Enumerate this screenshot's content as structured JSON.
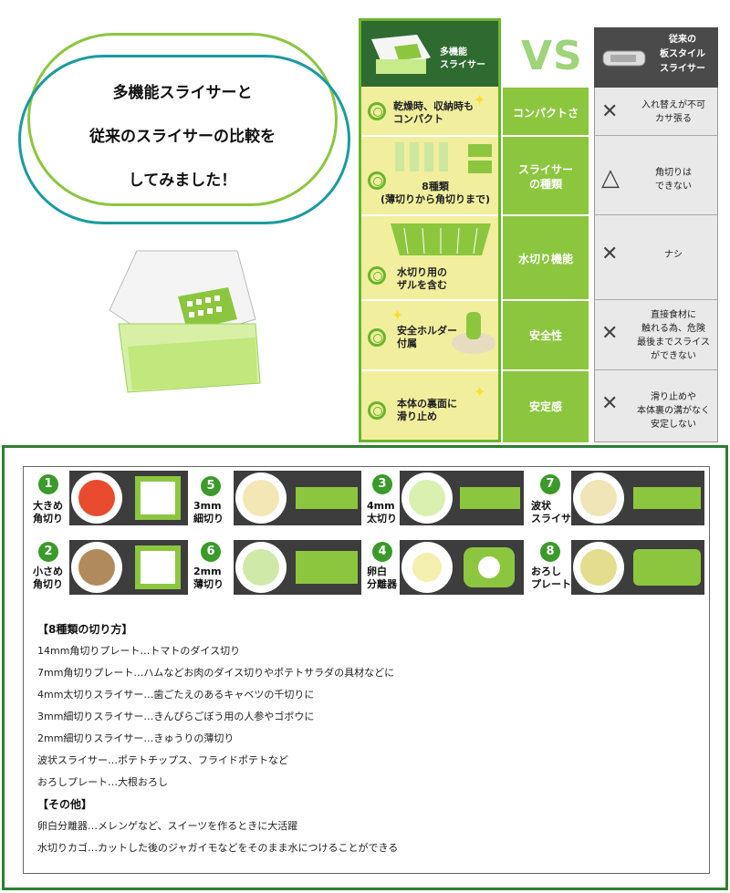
{
  "intro": {
    "line1": "多機能スライサーと",
    "line2": "従来のスライサーの比較を",
    "line3": "してみました！"
  },
  "compare": {
    "left_header": "多機能\nスライサー",
    "vs": "VS",
    "right_header": "従来の\n板スタイル\nスライサー",
    "rows": [
      {
        "left": "乾燥時、収納時も\nコンパクト",
        "mid": "コンパクトさ",
        "mark": "✕",
        "right": "入れ替えが不可\nカサ張る"
      },
      {
        "left": "8種類\n(薄切りから角切りまで)",
        "mid": "スライサー\nの種類",
        "mark": "△",
        "right": "角切りは\nできない"
      },
      {
        "left": "水切り用の\nザルを含む",
        "mid": "水切り機能",
        "mark": "✕",
        "right": "ナシ"
      },
      {
        "left": "安全ホルダー\n付属",
        "mid": "安全性",
        "mark": "✕",
        "right": "直接食材に\n触れる為、危険\n最後までスライス\nができない"
      },
      {
        "left": "本体の裏面に\n滑り止め",
        "mid": "安定感",
        "mark": "✕",
        "right": "滑り止めや\n本体裏の溝がなく\n安定しない"
      }
    ]
  },
  "types": [
    {
      "num": "1",
      "label": "大きめ\n角切り"
    },
    {
      "num": "2",
      "label": "小さめ\n角切り"
    },
    {
      "num": "5",
      "label": "3mm\n細切り"
    },
    {
      "num": "6",
      "label": "2mm\n薄切り"
    },
    {
      "num": "3",
      "label": "4mm\n太切り"
    },
    {
      "num": "4",
      "label": "卵白\n分離器"
    },
    {
      "num": "7",
      "label": "波状\nスライサー"
    },
    {
      "num": "8",
      "label": "おろし\nプレート"
    }
  ],
  "list": {
    "head1": "【8種類の切り方】",
    "items1": [
      "14mm角切りプレート…トマトのダイス切り",
      "7mm角切りプレート…ハムなどお肉のダイス切りやポテトサラダの具材などに",
      "4mm太切りスライサー…歯ごたえのあるキャベツの千切りに",
      "3mm細切りスライサー…きんぴらごぼう用の人参やゴボウに",
      "2mm細切りスライサー…きゅうりの薄切り",
      "波状スライサー…ポテトチップス、フライドポテトなど",
      "おろしプレート…大根おろし"
    ],
    "head2": "【その他】",
    "items2": [
      "卵白分離器…メレンゲなど、スイーツを作るときに大活躍",
      "水切りカゴ…カットした後のジャガイモなどをそのまま水につけることができる"
    ]
  },
  "colors": {
    "accent": "#8cc63f",
    "teal": "#1b9aa0",
    "dark_green": "#2e7d32",
    "cream": "#f1ee9e"
  }
}
